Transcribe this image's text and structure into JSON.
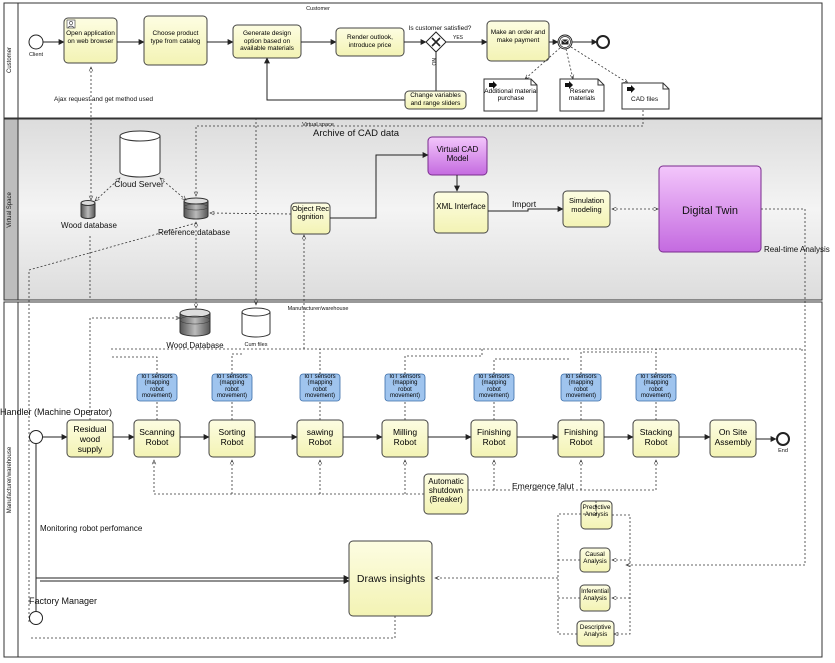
{
  "pools": {
    "customer": {
      "lane": "Customer",
      "header": "Customer"
    },
    "virtual": {
      "lane": "Virtual Space",
      "header": "Virtual space"
    },
    "manufacturer": {
      "lane": "Manufacturer/warehouse",
      "header": "Manufacturer/warehouse"
    }
  },
  "customer": {
    "start_label": "Client",
    "tasks": [
      "Open application on web browser",
      "Choose product type from catalog",
      "Generate design option based on available materials",
      "Render outlook, introduce price",
      "Make an order and make payment",
      "Change variables and range sliders"
    ],
    "gateway_question": "Is customer satisfied?",
    "gateway_yes": "YES",
    "gateway_no": "NO",
    "documents": [
      "Additional material purchase",
      "Reserve materials",
      "CAD files"
    ],
    "ajax_note": "Ajax request and get method used"
  },
  "virtual": {
    "archive_label": "Archive of CAD data",
    "cloud_server": "Cloud Server",
    "wood_database": "Wood database",
    "reference_database": "Reference database",
    "object_recognition": "Object Recognition",
    "virtual_cad": "Virtual CAD Model",
    "xml_interface": "XML Interface",
    "import_label": "Import",
    "simulation": "Simulation modeling",
    "digital_twin": "Digital Twin",
    "realtime": "Real-time Analysis"
  },
  "manufacturer": {
    "wood_database": "Wood Database",
    "cum_files": "Cum files",
    "operator": "Handler (Machine Operator)",
    "residual": "Residual wood supply",
    "robots": [
      "Scanning Robot",
      "Sorting Robot",
      "sawing Robot",
      "Milling Robot",
      "Finishing Robot",
      "Finishing Robot",
      "Stacking Robot"
    ],
    "sensor_label": "IoT sensors (mapping robot movement)",
    "assembly": "On Site Assembly",
    "end_label": "End",
    "shutdown": "Automatic shutdown (Breaker)",
    "emergence": "Emergence falut",
    "monitoring": "Monitoring robot perfomance",
    "factory_manager": "Factory Manager",
    "draws_insights": "Draws insights",
    "analyses": [
      "Predictive Analysis",
      "Causal Analysis",
      "Inferential Analysis",
      "Descriptive Analysis"
    ]
  },
  "colors": {
    "task": "#fafac8",
    "sensor": "#9fc4ee",
    "purple": "#d77ff0",
    "virtual_bg": "#e6e6e6"
  }
}
